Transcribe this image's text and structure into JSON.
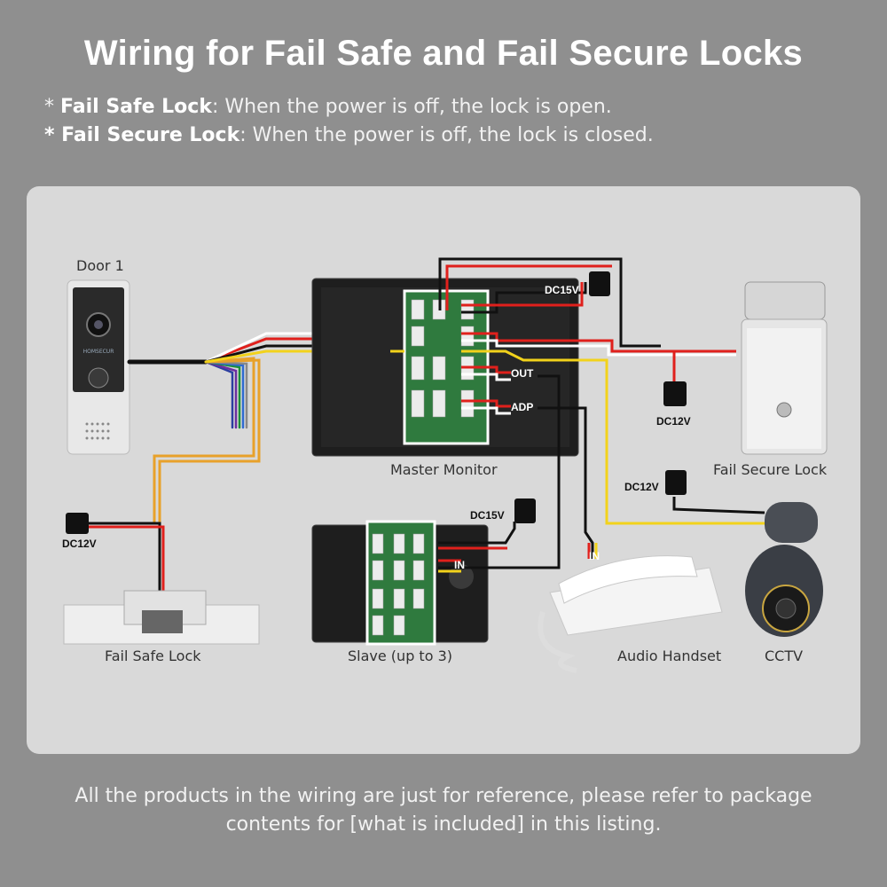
{
  "title": "Wiring for Fail Safe and Fail Secure Locks",
  "notes": [
    {
      "prefix": "* ",
      "term": "Fail Safe Lock",
      "text": ": When the power is off, the lock is open."
    },
    {
      "prefix": "* ",
      "term": "Fail Secure Lock",
      "text": ": When the power is off, the lock is closed."
    }
  ],
  "devices": {
    "door": "Door 1",
    "master": "Master Monitor",
    "fail_secure": "Fail Secure Lock",
    "fail_safe": "Fail Safe Lock",
    "slave": "Slave (up to 3)",
    "handset": "Audio Handset",
    "cctv": "CCTV"
  },
  "connectors": {
    "out": "OUT",
    "adp": "ADP",
    "in_slave": "IN",
    "in_handset": "IN"
  },
  "power": {
    "master_psu": "DC15V",
    "secure_lock_psu": "DC12V",
    "cctv_psu": "DC12V",
    "safe_lock_psu": "DC12V",
    "slave_psu": "DC15V"
  },
  "brand": "HOMSECUR",
  "footer": "All the products in the wiring are just for reference, please refer to package contents for [what is included] in this listing.",
  "colors": {
    "background": "#8f8f8f",
    "panel": "#d9d9d9",
    "wire_red": "#e0201c",
    "wire_yellow": "#f2d21b",
    "wire_black": "#111111",
    "wire_orange": "#e8a12a",
    "wire_white": "#ffffff",
    "board_green": "#2f7a3e"
  }
}
